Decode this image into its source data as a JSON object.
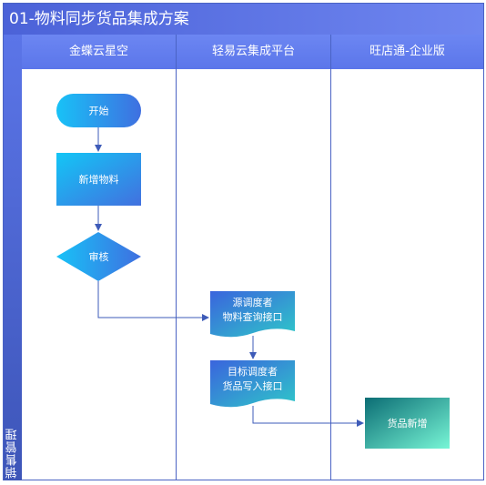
{
  "title": "01-物料同步货品集成方案",
  "side_label": "销售管理",
  "lanes": [
    {
      "label": "金蝶云星空"
    },
    {
      "label": "轻易云集成平台"
    },
    {
      "label": "旺店通-企业版"
    }
  ],
  "nodes": {
    "start": "开始",
    "add_material": "新增物料",
    "review": "审核",
    "source_scheduler_line1": "源调度者",
    "source_scheduler_line2": "物料查询接口",
    "target_scheduler_line1": "目标调度者",
    "target_scheduler_line2": "货品写入接口",
    "add_goods": "货品新增"
  },
  "colors": {
    "border": "#4a63c4",
    "title_bg": "#5069dc",
    "lane_head_bg": "#6680ef",
    "node_cyan": "#1fb6f5",
    "node_blue": "#3f70e0",
    "node_teal_dark": "#0f7c7d",
    "node_teal_light": "#6ff0d0",
    "arrow": "#3e5bb8"
  }
}
